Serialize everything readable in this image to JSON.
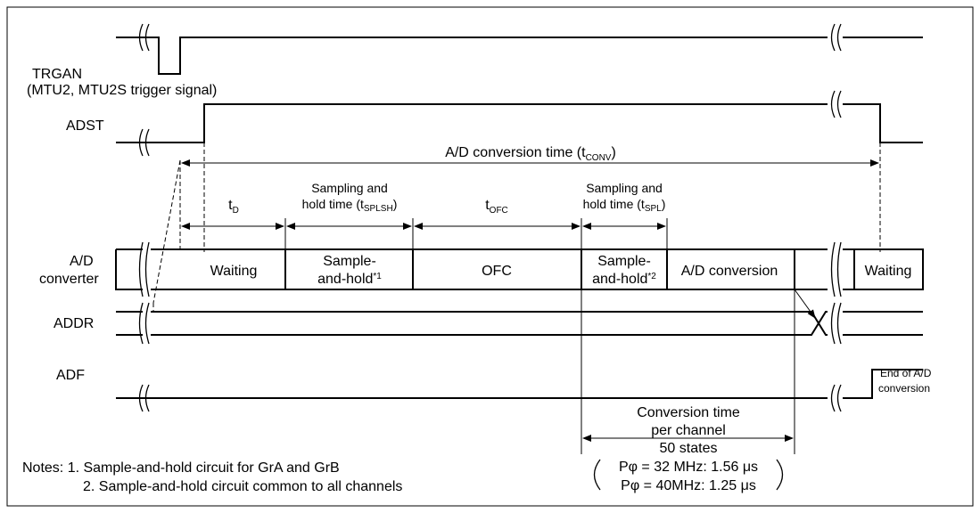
{
  "signals": {
    "trgan": "TRGAN",
    "trgan_desc": "(MTU2, MTU2S trigger signal)",
    "adst": "ADST",
    "adc_line1": "A/D",
    "adc_line2": "converter",
    "addr": "ADDR",
    "adf": "ADF"
  },
  "conv_time": {
    "main": "A/D conversion time (t",
    "sub": "CONV",
    "close": ")"
  },
  "intervals": {
    "td_main": "t",
    "td_sub": "D",
    "splsh_line1": "Sampling and",
    "splsh_line2": "hold time (t",
    "splsh_sub": "SPLSH",
    "splsh_close": ")",
    "tofc_main": "t",
    "tofc_sub": "OFC",
    "spl_line1": "Sampling and",
    "spl_line2": "hold time (t",
    "spl_sub": "SPL",
    "spl_close": ")"
  },
  "segments": {
    "waiting1": "Waiting",
    "sh1_line1": "Sample-",
    "sh1_line2": "and-hold",
    "sh1_sup": "*1",
    "ofc": "OFC",
    "sh2_line1": "Sample-",
    "sh2_line2": "and-hold",
    "sh2_sup": "*2",
    "adconv": "A/D conversion",
    "waiting2": "Waiting"
  },
  "end_label": {
    "line1": "End of A/D",
    "line2": "conversion"
  },
  "per_channel": {
    "line1": "Conversion time",
    "line2": "per channel",
    "states": "50 states",
    "clk1": "Pφ = 32 MHz: 1.56 μs",
    "clk2": "Pφ = 40MHz: 1.25 μs"
  },
  "notes": {
    "n1": "Notes: 1.  Sample-and-hold circuit for GrA and GrB",
    "n2": "2.  Sample-and-hold circuit common to all channels"
  }
}
